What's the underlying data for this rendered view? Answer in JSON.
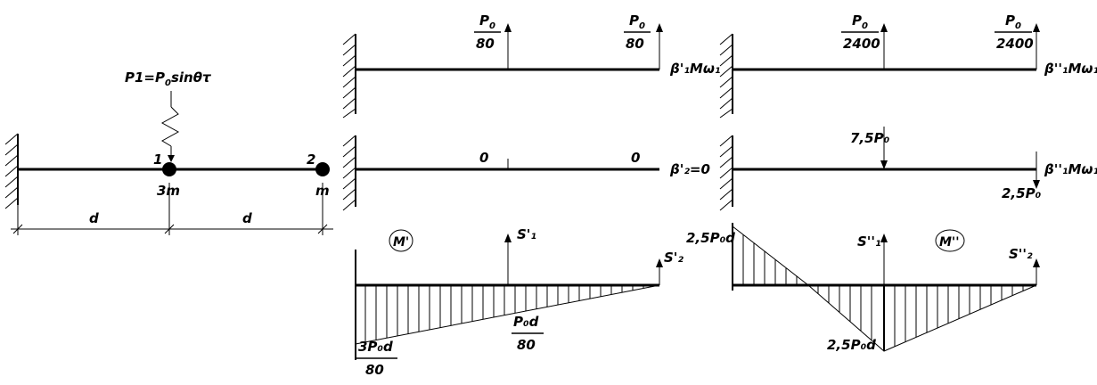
{
  "colors": {
    "ink": "#000000",
    "background": "#ffffff"
  },
  "scheme": {
    "force": "P1=P",
    "force_sub": "0",
    "force_tail": "sinθτ",
    "node1": "1",
    "node2": "2",
    "mass1": "3m",
    "mass2": "m",
    "span_left": "d",
    "span_right": "d"
  },
  "panel_a": {
    "load1_num": "P",
    "load1_sub": "0",
    "load1_den": "80",
    "load2_num": "P",
    "load2_sub": "0",
    "load2_den": "80",
    "end_label": "β'₁Mω₁"
  },
  "panel_b": {
    "zero_mid": "0",
    "zero_end": "0",
    "end_label": "β'₂=0"
  },
  "panel_c": {
    "diagram_label": "M'",
    "reaction1": "S'₁",
    "reaction2": "S'₂",
    "ord_wall_num": "3P₀d",
    "ord_wall_den": "80",
    "ord_mid_num": "P₀d",
    "ord_mid_den": "80"
  },
  "panel_d": {
    "load1_num": "P",
    "load1_sub": "0",
    "load1_den": "2400",
    "load2_num": "P",
    "load2_sub": "0",
    "load2_den": "2400",
    "end_label": "β''₁Mω₁"
  },
  "panel_e": {
    "load_mid": "7,5P₀",
    "load_end": "2,5P₀",
    "end_label": "β''₁Mω₁"
  },
  "panel_f": {
    "diagram_label": "M''",
    "reaction1": "S''₁",
    "reaction2": "S''₂",
    "ord_top": "2,5P₀d",
    "ord_bottom": "2,5P₀d"
  }
}
